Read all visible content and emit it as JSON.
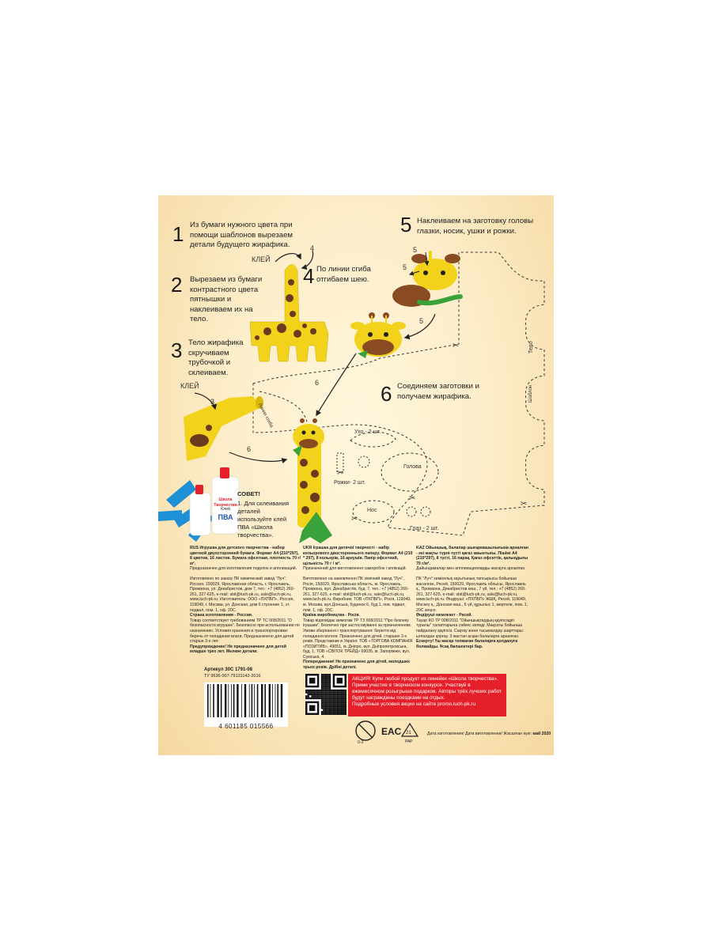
{
  "steps": [
    {
      "num": "1",
      "text": "Из бумаги нужного цвета при помощи шаблонов вырезаем детали будущего жирафика."
    },
    {
      "num": "2",
      "text": "Вырезаем из бумаги контрастного цвета пятнышки и наклеиваем их на тело."
    },
    {
      "num": "3",
      "text": "Тело жирафика скручиваем трубочкой и склеиваем."
    },
    {
      "num": "4",
      "text": "По линии сгиба отгибаем шею."
    },
    {
      "num": "5",
      "text": "Наклеиваем на заготовку головы глазки, носик, ушки и рожки."
    },
    {
      "num": "6",
      "text": "Соединяем заготовки и получаем жирафика."
    }
  ],
  "annotations": {
    "glue1": "КЛЕЙ",
    "glue2": "КЛЕЙ",
    "arrow4": "4",
    "arrow5a": "5",
    "arrow5b": "5",
    "arrow5c": "5",
    "arrow3": "3",
    "arrow6a": "6",
    "arrow6b": "6"
  },
  "template_labels": {
    "fold_line": "Линия сгиба",
    "body": "Тело",
    "template": "Шаблон",
    "ears": "Ухо - 2 шт.",
    "horns": "Рожки- 2 шт.",
    "head": "Голова",
    "nose": "Нос",
    "eyes": "Глаз - 2 шт."
  },
  "advice": {
    "title": "СОВЕТ!",
    "text": "1. Для склеивания деталей используйте клей ПВА «Школа творчества».",
    "glue_brand": "Школа Творчества",
    "glue_type": "ПВА",
    "glue_prefix": "Клей"
  },
  "rus": {
    "lang": "RUS",
    "title": "Игрушка для детского творчества - набор цветной двухсторонней бумаги. Формат А4 (210*297), 8 цветов, 16 листов. Бумага офсетная, плотность 70 г/м².",
    "purpose": "Предназначен для изготовления поделок и аппликаций.",
    "maker": "Изготовлено по заказу ПК химический завод \"Луч\", Россия, 150029, Ярославская область, г. Ярославль, Промзона, ул. Декабристов, дом 7, тел.: +7 (4852) 260-261, 327-625, e-mail: sbit@luch-pk.ru, sale@luch-pk.ru, www.luch-pk.ru. Изготовитель: ООО «ПХПБП», Россия, 119049, г. Москва, ул. Донская, дом 6 строение 1, эт. подвал, пом. 1, оф. 20С.",
    "origin": "Страна изготовления - Россия.",
    "cert": "Товар соответствует требованиям ТР ТС 008/2011 \"О безопасности игрушек\". Безопасно при использовании по назначению. Условия хранения и транспортировки: беречь от попадания влаги. Предназначено для детей старше 3-х лет.",
    "warning": "Предупреждение! Не предназначено для детей младше трех лет. Мелкие детали."
  },
  "ukr": {
    "lang": "UKR",
    "title": "Іграшка для дитячої творчості - набір кольорового двостороннього паперу. Формат А4 (210 * 297), 8 кольорів, 16 аркушів. Папір офсетний, щільність 70 г / м².",
    "purpose": "Призначений для виготовлення саморобок і аплікацій.",
    "maker": "Виготовлено на замовлення ПК хімічний завод \"Луч\", Росія, 150029, Ярославська область, м. Ярославль, Промзона, вул. Декабристів, буд. 7, тел.: +7 (4852) 260-261, 327-625, e-mail: sbit@luch-pk.ru, sale@luch-pk.ru, www.luch-pk.ru. Виробник: ТОВ «ПХПБП», Росія, 119049, м. Москва, вул.Донська, будинок 6, буд.1, пов. підвал, пом. 1, оф. 20С.",
    "origin": "Країна виробництва - Росія.",
    "cert": "Товар відповідає вимогам ТР ТЗ 008/2011 \"Про безпеку іграшки\". Безпечно при застосовуванні за призначенням. Умови зберігання і транспортування: берегти від попадання вологи. Призначено для дітей, старших 3-х років. Представник в Україні: ТОВ «ТОРГОВА КОМПАНІЯ «ПОЗИТИВ», 49051, м. Дніпро, вул. Дніпропетровська, буд. 1, ТОВ «СВІТОК ТРЕЙД» 69035, м. Запоріжжя, вул. Сумська, 4.",
    "warning": "Попередження! Не призначено для дітей, молодших трьох років. Дрібні деталі."
  },
  "kaz": {
    "lang": "KAZ",
    "title": "Ойыншық, балалар шығармашылығына арналған - екі жақты түрлі-түсті қағаз жиынтығы. Пішімі А4 (210*297), 8 түсті, 16 парақ. Қағаз офсеттік, қалыңдығы 70 г/м².",
    "purpose": "Дайындамалар мен аппликацияларды жасауға арналған.",
    "maker": "ПК \"Луч\" химиялық зауытының тапсырысы бойынша жасалған, Ресей, 150029, Ярославль облысы, Ярославль қ., Промзона, Декабристов көш., 7 үй, тел.: +7 (4852) 260-261, 327-625, e-mail: sbit@luch-pk.ru, sale@luch-pk.ru, www.luch-pk.ru. Өндіруші: «ПХПБП» ЖШҚ, Ресей, 119049, Мәскеу қ., Донская көш., 6 үй, құрылыс 1, жертөле, пом. 1, 20С кеңсе.",
    "origin": "Өндірушi мемлекет - Ресей.",
    "cert": "Тауар КО ТР 008/2011 \"Ойыншықтардың қауіпсіздігі туралы\" талаптарына сәйкес келеді. Мақсаты бойынша пайдалану қауіпсіз. Сақтау және тасымалдау шарттары: ылғалдан қорғау. 3 жастан асқан балаларға арналған.",
    "warning": "Ескерту! Үш жасқа толмаған балаларға қолдануға болмайды. Ұсақ бөлшектері бар."
  },
  "article": "Артикул 30С 1791-08",
  "tu": "ТУ 9636-007-79131142-2016",
  "barcode": "4 601185 015566",
  "promo": {
    "line1": "АКЦИЯ! Купи любой продукт из линейки «Школа творчества».",
    "line2": "Прими участие в творческом конкурсе. Участвуй в ежемесячном розыгрыше подарков. Авторы трёх лучших работ будут награждены поездками на отдых.",
    "line3": "Подробные условия акции на сайте promo.luch-pk.ru"
  },
  "marks": {
    "age": "0-3",
    "eac": "EAC",
    "recycle_num": "21",
    "recycle_label": "PAP"
  },
  "date": {
    "label": "Дата изготовления/ Дата виготовлення/ Жасалған күні:",
    "value": "май 2020"
  },
  "colors": {
    "yellow": "#f2d21a",
    "spot": "#6b3a1e",
    "green": "#3aa23a",
    "red": "#e5202a",
    "blue": "#1e90d6"
  }
}
